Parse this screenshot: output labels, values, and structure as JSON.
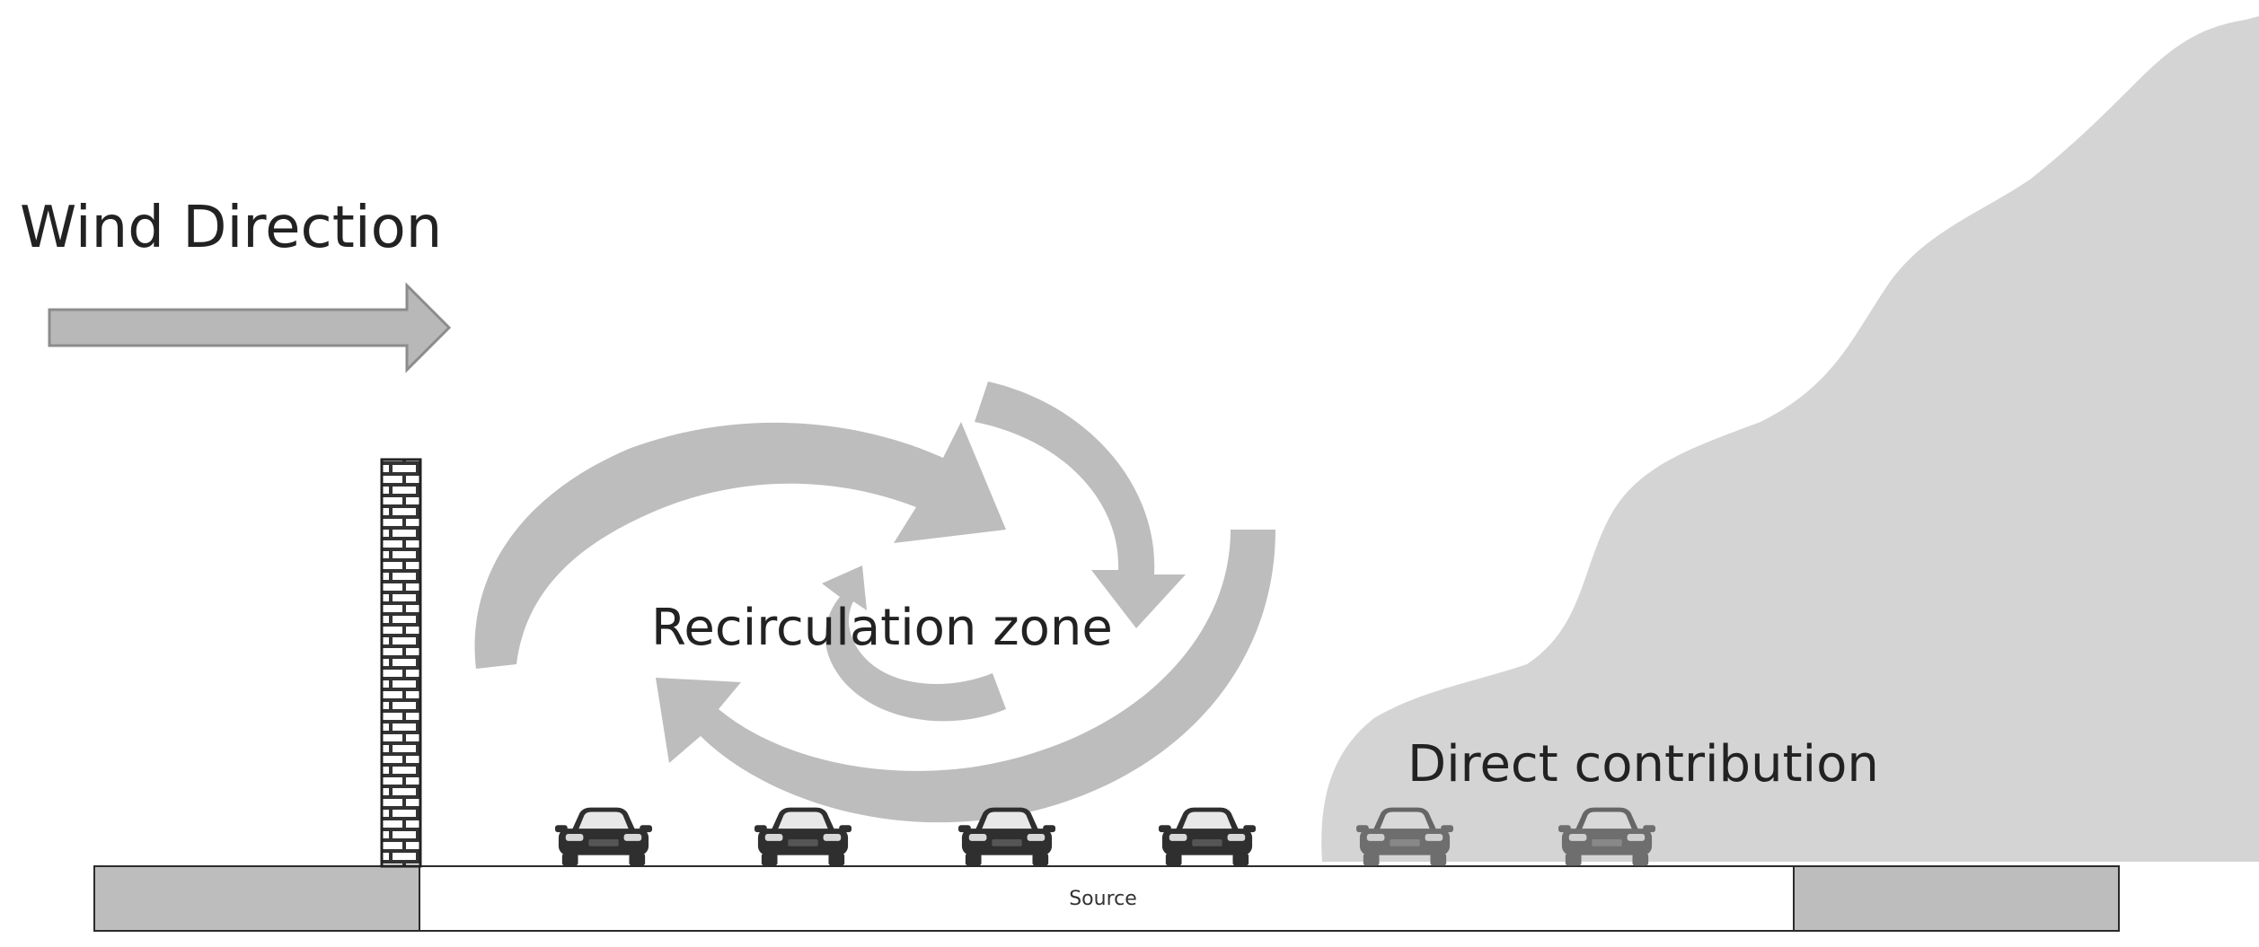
{
  "labels": {
    "wind_direction": "Wind Direction",
    "recirculation_zone": "Recirculation zone",
    "direct_contribution": "Direct contribution",
    "source": "Source"
  },
  "icons": {
    "wind_arrow": "wind-arrow-icon",
    "wall": "brick-wall-icon",
    "car": "car-icon",
    "plume": "pollution-plume-icon",
    "recirculation_arrows": "recirculation-arrow-icon"
  },
  "colors": {
    "arrow_fill": "#b8b8b8",
    "arrow_stroke": "#9a9a9a",
    "plume": "#d4d4d4",
    "pavement": "#bdbdbd",
    "road": "#ffffff",
    "car_body": "#2f2f2f",
    "car_light": "#7d7d7d"
  }
}
